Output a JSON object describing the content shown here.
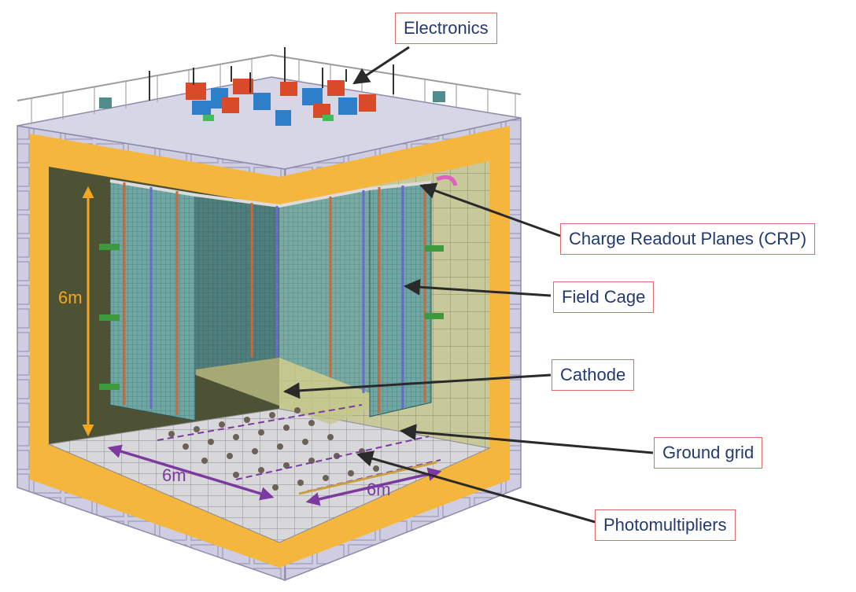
{
  "figure": {
    "labels": {
      "electronics": "Electronics",
      "crp": "Charge Readout Planes (CRP)",
      "field_cage": "Field Cage",
      "cathode": "Cathode",
      "ground_grid": "Ground grid",
      "photomultipliers": "Photomultipliers"
    },
    "dimensions": {
      "height": "6m",
      "depth": "6m",
      "width": "6m"
    },
    "colors": {
      "insulation": "#f4b63c",
      "cryostat_frame": "#c9c7dd",
      "callout_border": "#e06a6a",
      "callout_text": "#233a70",
      "dimension_height_arrow": "#f4a623",
      "dimension_floor_arrow": "#7b3aa0",
      "field_cage_mesh": "#5a9a9a"
    }
  }
}
